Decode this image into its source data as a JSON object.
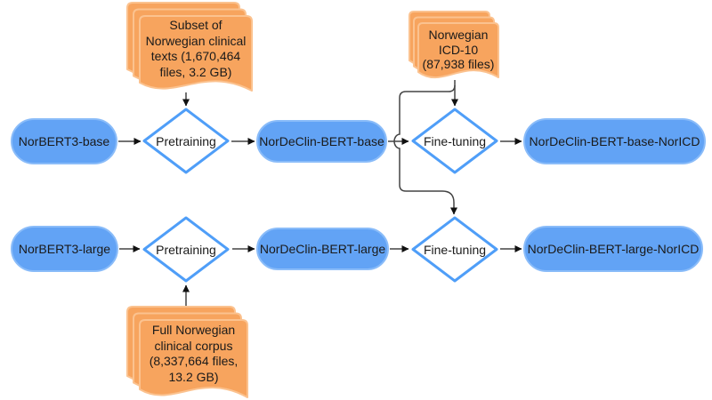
{
  "colors": {
    "model_node_fill": "#62A3F5",
    "model_node_border": "#8ABCF9",
    "process_node_border": "#4F9EF8",
    "process_node_fill": "#FFFFFF",
    "document_fill": "#F7A45E",
    "document_border": "#FBC28F",
    "connector_line": "#444444",
    "arrowhead": "#111111",
    "text": "#1A1A1A"
  },
  "models": {
    "norbert3_base": "NorBERT3-base",
    "nordeclin_bert_base": "NorDeClin-BERT-base",
    "nordeclin_bert_base_noricd": "NorDeClin-BERT-base-NorICD",
    "norbert3_large": "NorBERT3-large",
    "nordeclin_bert_large": "NorDeClin-BERT-large",
    "nordeclin_bert_large_noricd": "NorDeClin-BERT-large-NorICD"
  },
  "processes": {
    "pretraining_base": "Pretraining",
    "finetuning_base": "Fine-tuning",
    "pretraining_large": "Pretraining",
    "finetuning_large": "Fine-tuning"
  },
  "documents": {
    "subset_corpus": {
      "lines": [
        "Subset of",
        "Norwegian clinical",
        "texts (1,670,464",
        "files, 3.2 GB)"
      ]
    },
    "icd10": {
      "lines": [
        "Norwegian",
        "ICD-10",
        "(87,938 files)"
      ]
    },
    "full_corpus": {
      "lines": [
        "Full Norwegian",
        "clinical corpus",
        "(8,337,664 files,",
        "13.2 GB)"
      ]
    }
  }
}
